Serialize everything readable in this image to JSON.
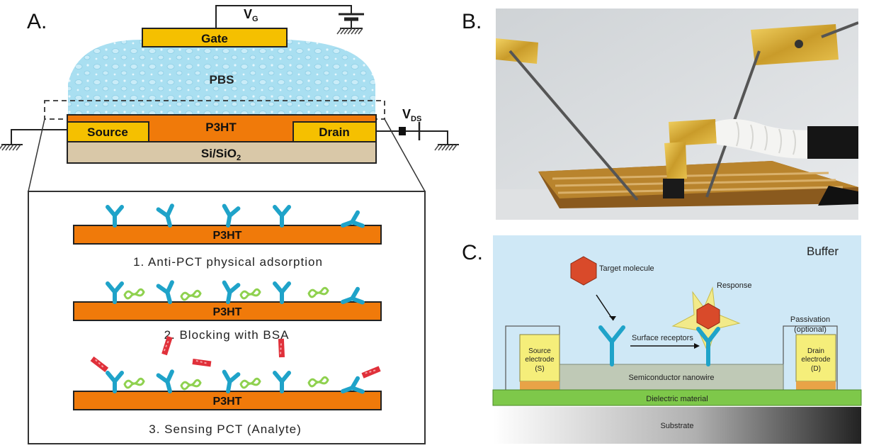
{
  "panels": {
    "a": {
      "letter": "A.",
      "gate": "Gate",
      "vg": "V",
      "vg_sub": "G",
      "pbs": "PBS",
      "source": "Source",
      "p3ht": "P3HT",
      "drain": "Drain",
      "substrate": "Si/SiO",
      "substrate_sub": "2",
      "vds": "V",
      "vds_sub": "DS",
      "steps": [
        {
          "layer": "P3HT",
          "caption": "1. Anti-PCT physical adsorption"
        },
        {
          "layer": "P3HT",
          "caption": "2. Blocking with BSA"
        },
        {
          "layer": "P3HT",
          "caption": "3. Sensing PCT (Analyte)"
        }
      ]
    },
    "b": {
      "letter": "B."
    },
    "c": {
      "letter": "C.",
      "buffer": "Buffer",
      "target": "Target molecule",
      "response": "Response",
      "passivation": "Passivation",
      "passivation_note": "(optional)",
      "source_line1": "Source",
      "source_line2": "electrode",
      "source_line3": "(S)",
      "drain_line1": "Drain",
      "drain_line2": "electrode",
      "drain_line3": "(D)",
      "receptors": "Surface receptors",
      "nanowire": "Semiconductor nanowire",
      "dielectric": "Dielectric material",
      "substrate": "Substrate"
    }
  },
  "colors": {
    "p3ht": "#f07a0a",
    "gold": "#f5c000",
    "silicon": "#d9c8a8",
    "pbs": "#a8dff0",
    "antibody": "#1fa3c9",
    "bsa": "#8fd14f",
    "analyte": "#e0303a",
    "buffer_bg": "#cfe8f6",
    "dielectric": "#7ec84a",
    "nanowire": "#bfc9b6",
    "electrode": "#f5ee7a",
    "hexagon": "#d94a2a",
    "star": "#f2ea8a"
  }
}
